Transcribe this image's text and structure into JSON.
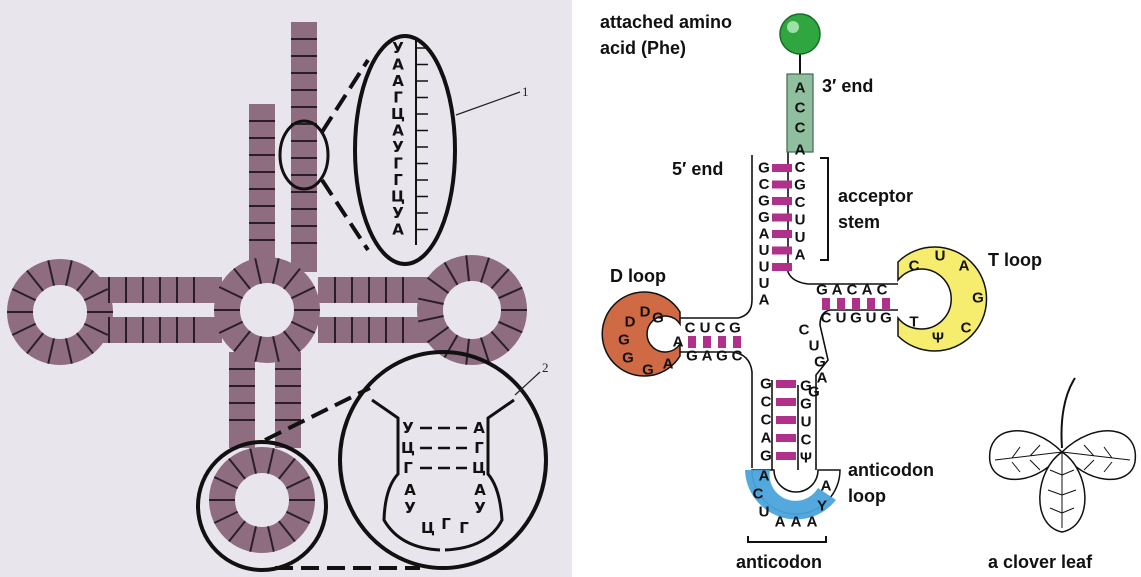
{
  "left_panel": {
    "callout_1_number": "1",
    "callout_2_number": "2",
    "stem_letters": [
      "У",
      "А",
      "А",
      "Г",
      "Ц",
      "А",
      "У",
      "Г",
      "Г",
      "Ц",
      "У",
      "А"
    ],
    "loop_pair_left": [
      "У",
      "Ц",
      "Г"
    ],
    "loop_pair_right": [
      "А",
      "Г",
      "Ц"
    ],
    "loop_left_side": [
      "А",
      "У"
    ],
    "loop_right_side": [
      "А",
      "У"
    ],
    "loop_bottom": [
      "Ц",
      "Г",
      "Г"
    ],
    "colors": {
      "background": "#e9e5ec",
      "strand": "#8e6d80",
      "line": "#111111"
    }
  },
  "right_panel": {
    "labels": {
      "amino_acid_line1": "attached amino",
      "amino_acid_line2": "acid (Phe)",
      "three_prime_end": "3′ end",
      "five_prime_end": "5′ end",
      "acceptor_stem_line1": "acceptor",
      "acceptor_stem_line2": "stem",
      "d_loop": "D loop",
      "t_loop": "T loop",
      "anticodon_loop_line1": "anticodon",
      "anticodon_loop_line2": "loop",
      "anticodon": "anticodon",
      "clover_leaf": "a clover leaf"
    },
    "acceptor_3prime_tail": [
      "A",
      "C",
      "C"
    ],
    "acceptor_right": [
      "A",
      "C",
      "G",
      "C",
      "U",
      "U",
      "A"
    ],
    "acceptor_left": [
      "G",
      "C",
      "G",
      "G",
      "A",
      "U",
      "U",
      "U",
      "A"
    ],
    "d_stem_top": [
      "C",
      "U",
      "C",
      "G"
    ],
    "d_stem_bottom": [
      "G",
      "A",
      "G",
      "C"
    ],
    "d_loop": [
      "A",
      "G",
      "D",
      "D",
      "G",
      "G",
      "G",
      "A"
    ],
    "t_stem_top": [
      "G",
      "A",
      "C",
      "A",
      "C"
    ],
    "t_stem_bottom": [
      "C",
      "U",
      "G",
      "U",
      "G"
    ],
    "t_loop": [
      "C",
      "U",
      "A",
      "G",
      "C",
      "Ψ",
      "T"
    ],
    "connector": [
      "C",
      "U",
      "G",
      "A",
      "G"
    ],
    "anticodon_stem_left": [
      "G",
      "C",
      "C",
      "A",
      "G"
    ],
    "anticodon_stem_right": [
      "G",
      "G",
      "U",
      "C",
      "Ψ"
    ],
    "anticodon_loop": [
      "A",
      "C",
      "U",
      "A",
      "A",
      "A",
      "Y",
      "A"
    ],
    "colors": {
      "acceptor_tail": "#8fbf9f",
      "amino_acid": "#2fa640",
      "d_loop": "#d06a45",
      "t_loop": "#f6ec6e",
      "anticodon": "#4aa4dc",
      "base_pair": "#b0308a"
    }
  }
}
